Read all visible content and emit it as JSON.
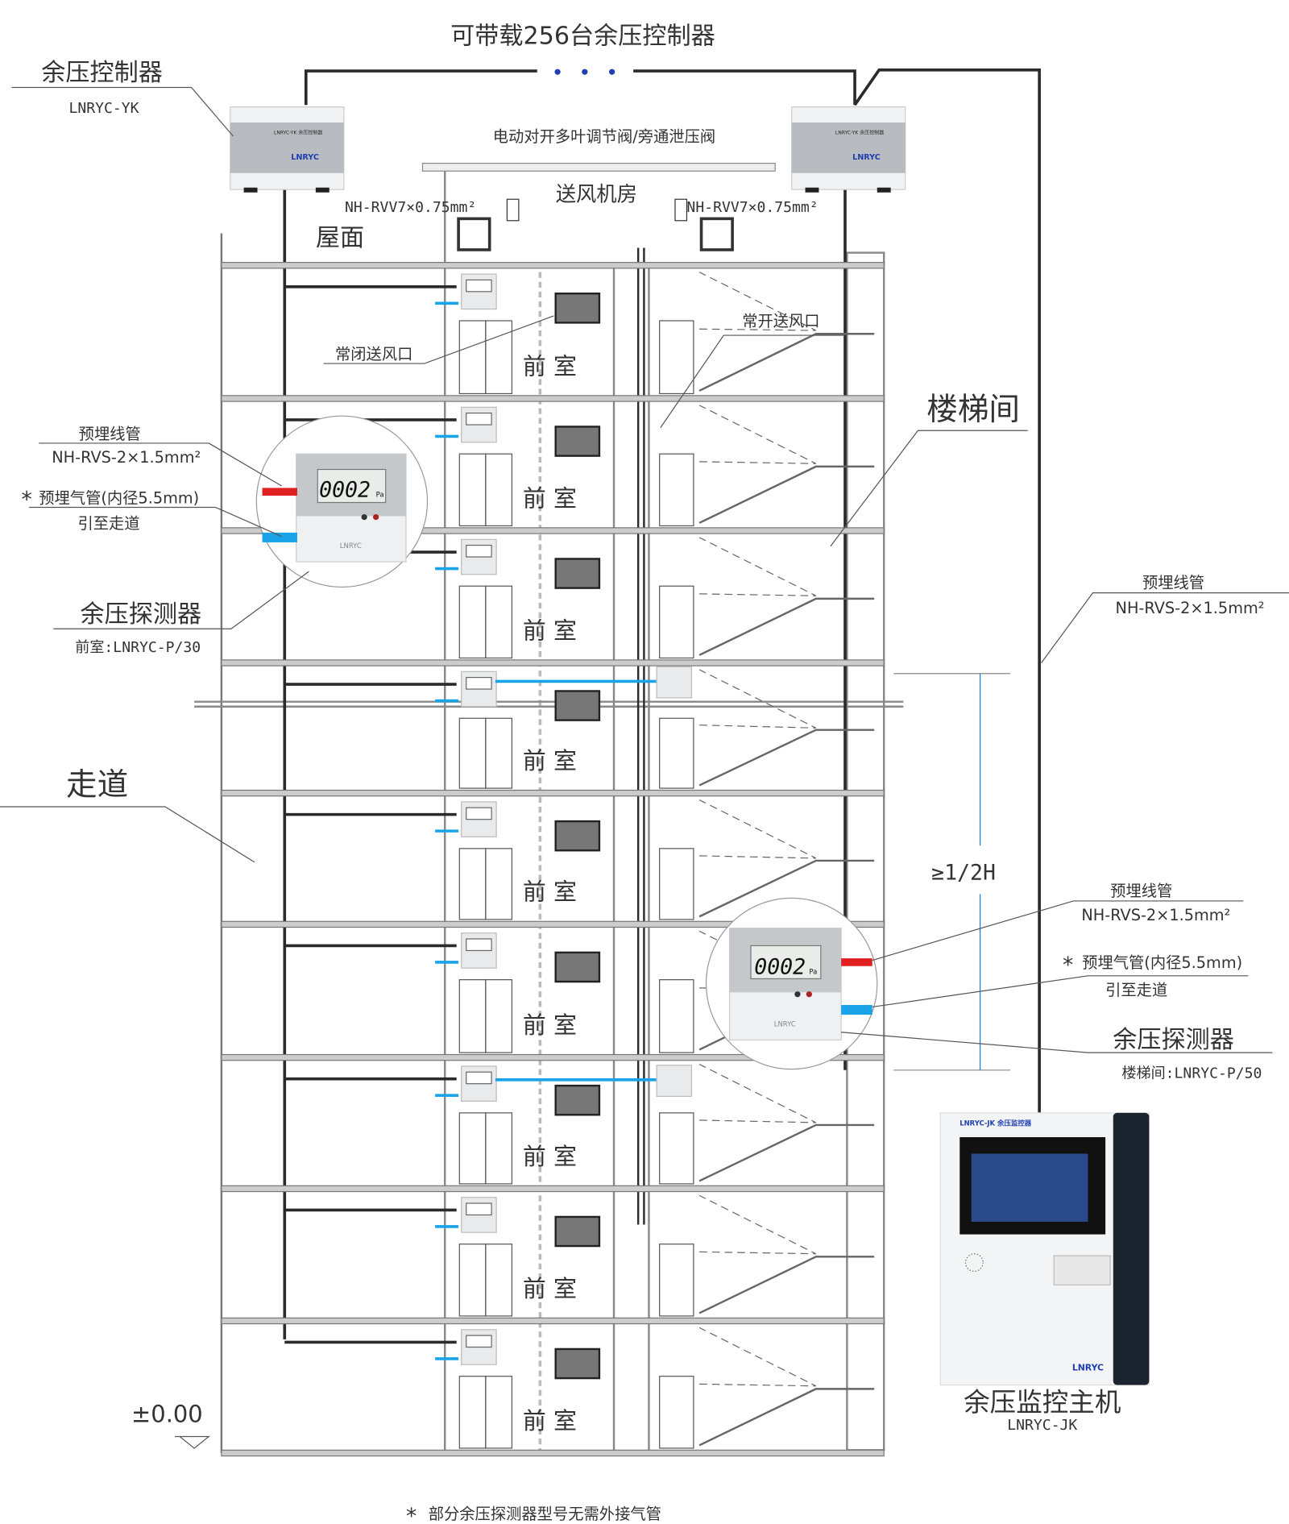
{
  "title": "可带载256台余压控制器",
  "controller": {
    "label": "余压控制器",
    "model": "LNRYC-YK",
    "device_text": "LNRYC-YK 余压控制器",
    "brand": "LNRYC"
  },
  "valve_label": "电动对开多叶调节阀/旁通泄压阀",
  "machine_room": "送风机房",
  "roof": "屋面",
  "cable_left": "NH-RVV7×0.75mm²",
  "cable_right": "NH-RVV7×0.75mm²",
  "normally_closed_vent": "常闭送风口",
  "normally_open_vent": "常开送风口",
  "stairwell": "楼梯间",
  "corridor": "走道",
  "front_room": "前 室",
  "left_callouts": {
    "conduit": "预埋线管",
    "conduit_spec": "NH-RVS-2×1.5mm²",
    "air_pipe": "预埋气管(内径5.5mm)",
    "to_corridor": "引至走道",
    "detector": "余压探测器",
    "detector_model": "前室:LNRYC-P/30"
  },
  "right_callouts": {
    "conduit": "预埋线管",
    "conduit_spec": "NH-RVS-2×1.5mm²",
    "air_pipe": "预埋气管(内径5.5mm)",
    "to_corridor": "引至走道",
    "detector": "余压探测器",
    "detector_model": "楼梯间:LNRYC-P/50"
  },
  "upper_conduit": {
    "label": "预埋线管",
    "spec": "NH-RVS-2×1.5mm²"
  },
  "height_note": "≥1/2H",
  "ground_level": "±0.00",
  "detector_reading": "0002",
  "detector_unit": "Pa",
  "host": {
    "label": "余压监控主机",
    "model": "LNRYC-JK",
    "device_text": "LNRYC-JK 余压监控器",
    "brand": "LNRYC"
  },
  "footnote": "部分余压探测器型号无需外接气管",
  "colors": {
    "wire": "#2a2a2a",
    "air_pipe_blue": "#1aa3e8",
    "signal_red": "#e02020",
    "brand_blue": "#1f3fb0",
    "host_panel": "#1c2430"
  }
}
